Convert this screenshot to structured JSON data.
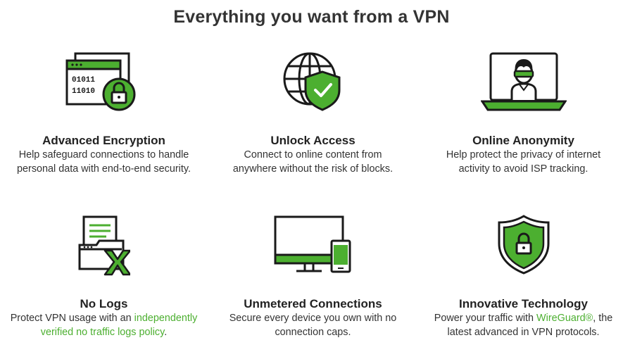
{
  "heading": "Everything you want from a VPN",
  "colors": {
    "accent": "#4caf30",
    "outline": "#1a1a1a",
    "text": "#333333"
  },
  "features": [
    {
      "icon": "encryption-window-lock-icon",
      "title": "Advanced Encryption",
      "desc_line1": "Help safeguard connections to handle",
      "desc_line2": "personal data with end-to-end security.",
      "code_line1": "01011",
      "code_line2": "11010"
    },
    {
      "icon": "globe-shield-icon",
      "title": "Unlock Access",
      "desc_line1": "Connect to online content from",
      "desc_line2": "anywhere without the risk of blocks."
    },
    {
      "icon": "laptop-anonymous-user-icon",
      "title": "Online Anonymity",
      "desc_line1": "Help protect the privacy of internet",
      "desc_line2": "activity to avoid ISP tracking."
    },
    {
      "icon": "no-logs-folder-icon",
      "title": "No Logs",
      "desc_prefix": "Protect VPN usage with an ",
      "desc_link_line1": "independently",
      "desc_link_line2": "verified no traffic logs policy",
      "desc_suffix": "."
    },
    {
      "icon": "monitor-phone-icon",
      "title": "Unmetered Connections",
      "desc_line1": "Secure every device you own with no",
      "desc_line2": "connection caps."
    },
    {
      "icon": "shield-lock-icon",
      "title": "Innovative Technology",
      "desc_prefix": "Power your traffic with ",
      "desc_link": "WireGuard®",
      "desc_middle": ", the",
      "desc_line2": "latest advanced in VPN protocols."
    }
  ]
}
